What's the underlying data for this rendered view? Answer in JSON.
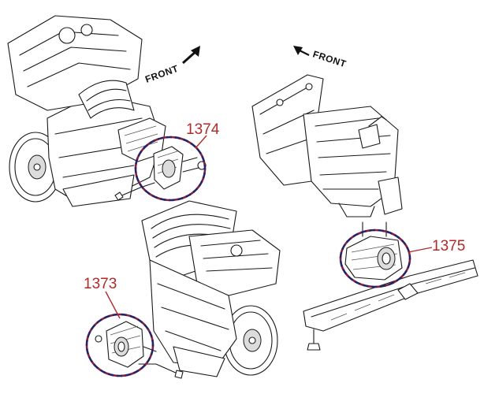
{
  "callouts": {
    "upper_mount": "1374",
    "lower_mount": "1373",
    "trans_mount": "1375"
  },
  "direction_labels": {
    "engine_front": "FRONT",
    "trans_front": "FRONT"
  },
  "colors": {
    "callout_text": "#b12a2a",
    "ring_red": "#8a1f3a",
    "ring_blue": "#23236b",
    "line": "#1a1a1a"
  }
}
